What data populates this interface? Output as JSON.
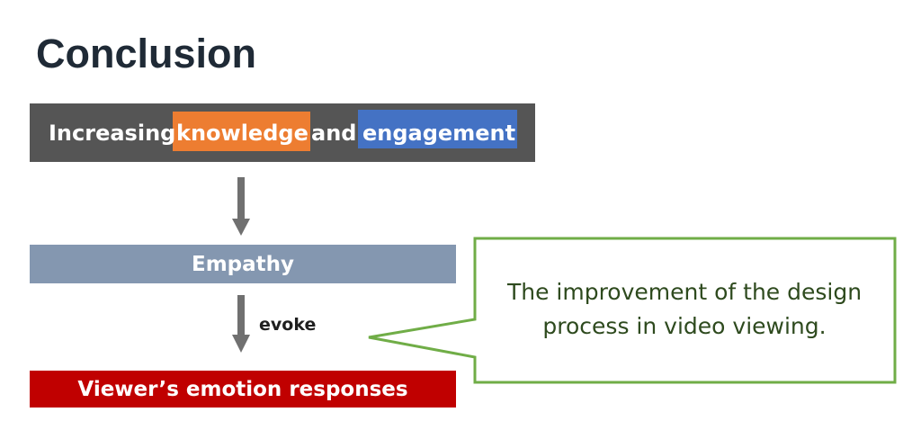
{
  "title": "Conclusion",
  "top_box": {
    "part1": "Increasing",
    "knowledge": "knowledge",
    "part2": "and",
    "engagement": "engagement"
  },
  "empathy": "Empathy",
  "evoke": "evoke",
  "viewer": "Viewer’s emotion responses",
  "callout": {
    "line1": "The improvement of the design",
    "line2": "process in video viewing."
  },
  "colors": {
    "dark_bar": "#555555",
    "orange": "#ed7d31",
    "blue": "#4472c4",
    "empathy": "#8497b0",
    "red": "#c00000",
    "green": "#70ad47"
  }
}
